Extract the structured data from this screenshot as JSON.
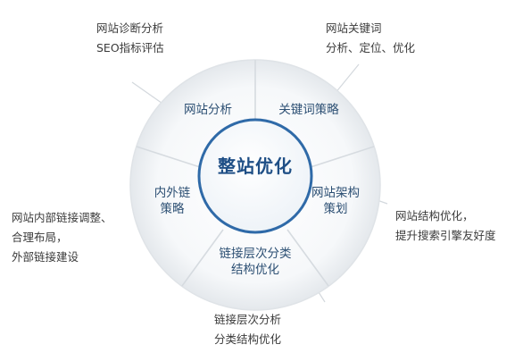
{
  "center": {
    "title": "整站优化"
  },
  "segments": [
    {
      "lines": [
        "网站分析"
      ]
    },
    {
      "lines": [
        "关键词策略"
      ]
    },
    {
      "lines": [
        "网站架构",
        "策划"
      ]
    },
    {
      "lines": [
        "链接层次分类",
        "结构优化"
      ]
    },
    {
      "lines": [
        "内外链",
        "策略"
      ]
    }
  ],
  "callouts": [
    {
      "lines": [
        "网站诊断分析",
        "SEO指标评估"
      ]
    },
    {
      "lines": [
        "网站关键词",
        "分析、定位、优化"
      ]
    },
    {
      "lines": [
        "网站结构优化，",
        "提升搜索引擎友好度"
      ]
    },
    {
      "lines": [
        "链接层次分析",
        "分类结构优化"
      ]
    },
    {
      "lines": [
        "网站内部链接调整、",
        "合理布局，",
        "外部链接建设"
      ]
    }
  ],
  "colors": {
    "hub_text": "#1f4f86",
    "segment_text": "#2c4f73",
    "ring_border": "#2f6aa8"
  }
}
